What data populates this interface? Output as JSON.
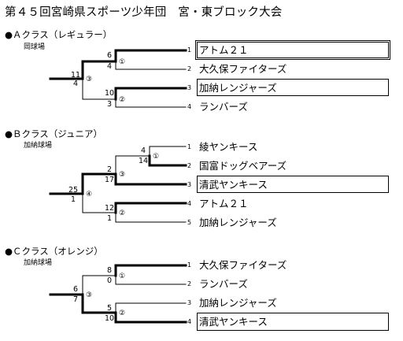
{
  "title": "第４５回宮崎県スポーツ少年団　宮・東ブロック大会",
  "sections": [
    {
      "title": "●Ａクラス（レギュラー）",
      "venue": "岡球場",
      "teams": [
        {
          "seed": "1",
          "name": "アトム２１",
          "boxed": true,
          "double": true
        },
        {
          "seed": "2",
          "name": "大久保ファイターズ",
          "boxed": false
        },
        {
          "seed": "3",
          "name": "加納レンジャーズ",
          "boxed": true
        },
        {
          "seed": "4",
          "name": "ランバーズ",
          "boxed": false
        }
      ],
      "games": [
        {
          "num": "①",
          "score_top": "6",
          "score_bottom": "4"
        },
        {
          "num": "②",
          "score_top": "10",
          "score_bottom": "3"
        },
        {
          "num": "③",
          "score_top": "11",
          "score_bottom": "4"
        }
      ]
    },
    {
      "title": "●Ｂクラス（ジュニア）",
      "venue": "加納球場",
      "teams": [
        {
          "seed": "1",
          "name": "綾ヤンキース",
          "boxed": false
        },
        {
          "seed": "2",
          "name": "国富ドッグベアーズ",
          "boxed": false
        },
        {
          "seed": "3",
          "name": "清武ヤンキース",
          "boxed": true
        },
        {
          "seed": "4",
          "name": "アトム２１",
          "boxed": false
        },
        {
          "seed": "5",
          "name": "加納レンジャーズ",
          "boxed": false
        }
      ],
      "games": [
        {
          "num": "①",
          "score_top": "4",
          "score_bottom": "14"
        },
        {
          "num": "②",
          "score_top": "12",
          "score_bottom": "1"
        },
        {
          "num": "③",
          "score_top": "2",
          "score_bottom": "17"
        },
        {
          "num": "④",
          "score_top": "25",
          "score_bottom": "1"
        }
      ]
    },
    {
      "title": "●Ｃクラス（オレンジ）",
      "venue": "加納球場",
      "teams": [
        {
          "seed": "1",
          "name": "大久保ファイターズ",
          "boxed": false
        },
        {
          "seed": "2",
          "name": "ランバーズ",
          "boxed": false
        },
        {
          "seed": "3",
          "name": "加納レンジャーズ",
          "boxed": false
        },
        {
          "seed": "4",
          "name": "清武ヤンキース",
          "boxed": true
        }
      ],
      "games": [
        {
          "num": "①",
          "score_top": "8",
          "score_bottom": "0"
        },
        {
          "num": "②",
          "score_top": "5",
          "score_bottom": "10"
        },
        {
          "num": "③",
          "score_top": "6",
          "score_bottom": "7"
        }
      ]
    }
  ]
}
